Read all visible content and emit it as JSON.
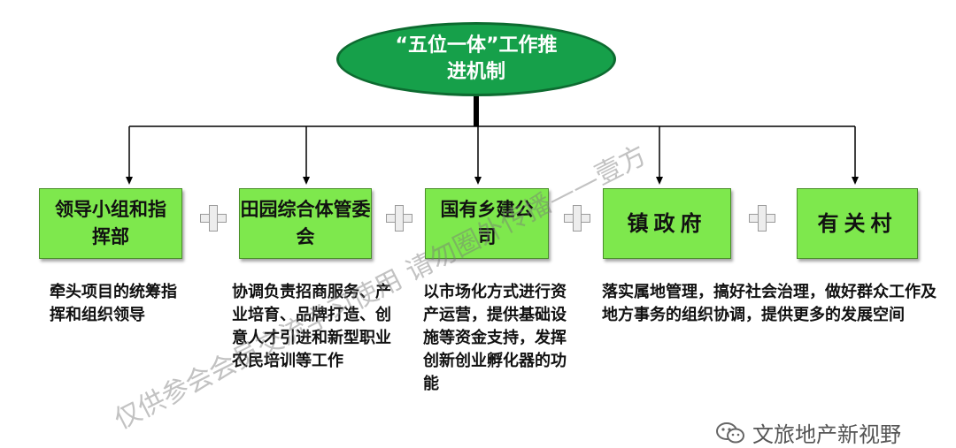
{
  "root": {
    "label": "“五位一体”工作推进机制"
  },
  "nodes": [
    {
      "label": "领导小组和指挥部",
      "description": "牵头项目的统筹指挥和组织领导"
    },
    {
      "label": "田园综合体管委会",
      "description": "协调负责招商服务、产业培育、品牌打造、创意人才引进和新型职业农民培训等工作"
    },
    {
      "label": "国有乡建公司",
      "description": "以市场化方式进行资产运营，提供基础设施等资金支持，发挥创新创业孵化器的功能"
    },
    {
      "label": "镇政府",
      "description": "落实属地管理，搞好社会治理，做好群众工作及地方事务的组织协调，提供更多的发展空间"
    },
    {
      "label": "有关村",
      "description": ""
    }
  ],
  "watermark": "仅供参会会员交流学习使用  请勿圈外传播——壹方",
  "brand": "文旅地产新视野",
  "colors": {
    "root_fill": "#16a04a",
    "node_fill": "#7ee84d",
    "connector": "#000000",
    "plus_fill": "#ededed"
  },
  "icons": {
    "connector_symbol": "plus-icon",
    "brand_logo": "wechat-icon"
  }
}
